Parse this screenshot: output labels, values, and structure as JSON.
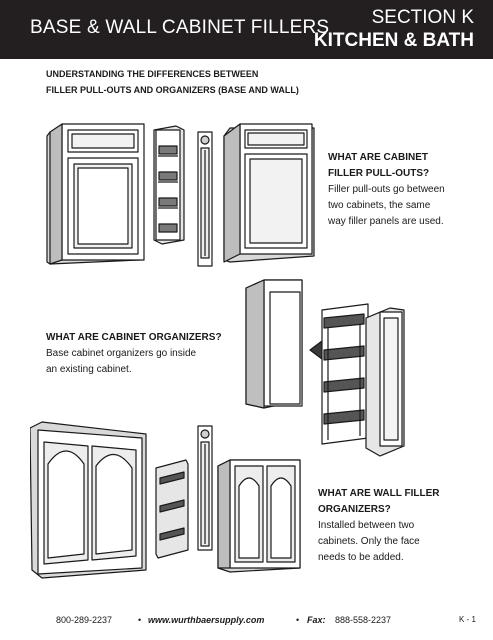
{
  "header": {
    "title": "BASE & WALL CABINET FILLERS",
    "section": "SECTION K",
    "subtitle": "KITCHEN & BATH"
  },
  "intro": {
    "line1": "UNDERSTANDING THE DIFFERENCES BETWEEN",
    "line2": "FILLER PULL-OUTS AND ORGANIZERS (BASE AND WALL)"
  },
  "pullouts": {
    "question1": "WHAT ARE CABINET",
    "question2": "FILLER PULL-OUTS?",
    "answer1": "Filler pull-outs go between",
    "answer2": "two cabinets, the same",
    "answer3": "way filler panels are used."
  },
  "organizers": {
    "question": "WHAT ARE CABINET ORGANIZERS?",
    "answer1": "Base cabinet organizers go inside",
    "answer2": "an existing cabinet."
  },
  "wall": {
    "question1": "WHAT ARE WALL FILLER",
    "question2": "ORGANIZERS?",
    "answer1": "Installed between two",
    "answer2": "cabinets.  Only the face",
    "answer3": "needs to be added."
  },
  "footer": {
    "phone": "800-289-2237",
    "separator": "•",
    "website": "www.wurthbaersupply.com",
    "fax_label": "Fax:",
    "fax": "888-558-2237",
    "page": "K - 1"
  }
}
